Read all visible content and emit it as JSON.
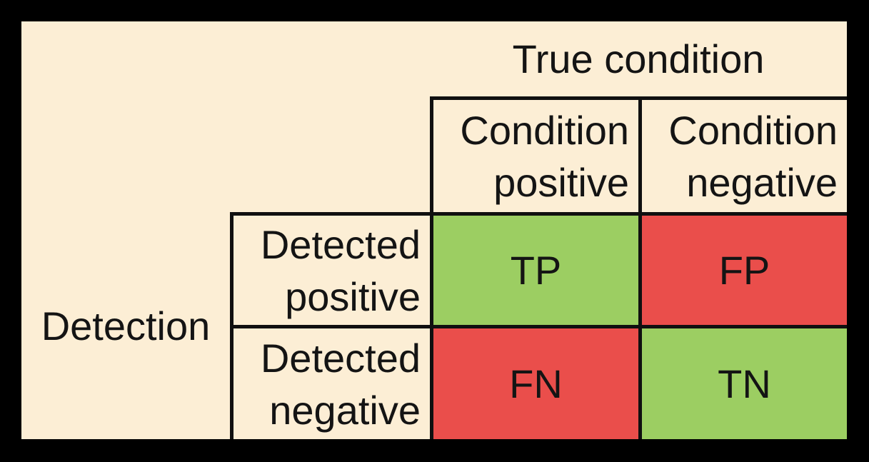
{
  "palette": {
    "frame_background": "#000000",
    "panel_background": "#FCEED5",
    "grid_border": "#101010",
    "text": "#141414",
    "correct_cell": "#9CCE62",
    "error_cell": "#EA4E4B"
  },
  "matrix": {
    "top_axis": {
      "label": "True condition"
    },
    "side_axis": {
      "label": "Detection"
    },
    "column_headers": [
      {
        "line1": "Condition",
        "line2": "positive"
      },
      {
        "line1": "Condition",
        "line2": "negative"
      }
    ],
    "row_headers": [
      {
        "line1": "Detected",
        "line2": "positive"
      },
      {
        "line1": "Detected",
        "line2": "negative"
      }
    ],
    "cells": {
      "tp": {
        "label": "TP",
        "tone": "correct",
        "row": "Detected positive",
        "column": "Condition positive"
      },
      "fp": {
        "label": "FP",
        "tone": "error",
        "row": "Detected positive",
        "column": "Condition negative"
      },
      "fn": {
        "label": "FN",
        "tone": "error",
        "row": "Detected negative",
        "column": "Condition positive"
      },
      "tn": {
        "label": "TN",
        "tone": "correct",
        "row": "Detected negative",
        "column": "Condition negative"
      }
    }
  }
}
